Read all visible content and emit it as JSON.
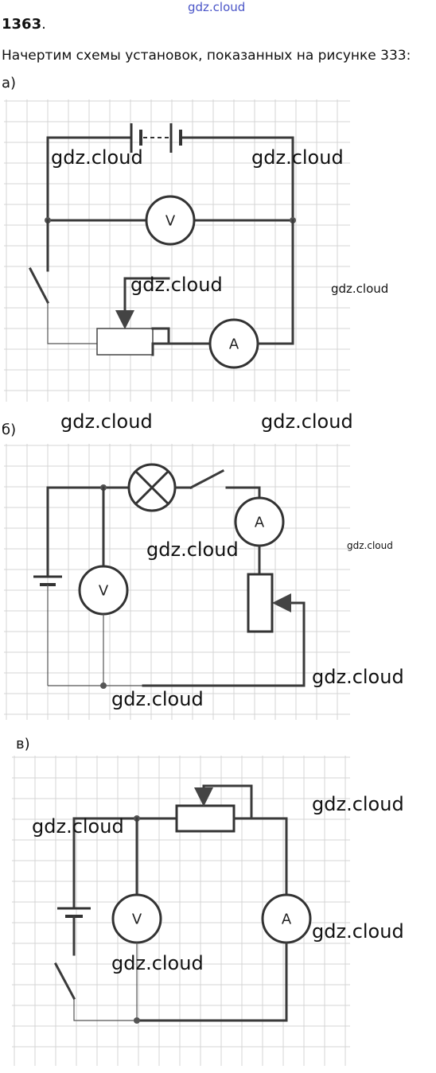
{
  "header": {
    "watermark_top": "gdz.cloud",
    "problem_number": "1363",
    "problem_suffix": ".",
    "intro": "Начертим схемы установок, показанных на рисунке 333:"
  },
  "parts": [
    {
      "label": "а)",
      "voltmeter": "V",
      "ammeter": "A"
    },
    {
      "label": "б)",
      "voltmeter": "V",
      "ammeter": "A"
    },
    {
      "label": "в)",
      "voltmeter": "V",
      "ammeter": "A"
    }
  ],
  "watermarks": {
    "a1": "gdz.cloud",
    "a2": "gdz.cloud",
    "a3": "gdz.cloud",
    "a4": "gdz.cloud",
    "b1": "gdz.cloud",
    "b2": "gdz.cloud",
    "b3": "gdz.cloud",
    "b4": "gdz.cloud",
    "b5": "gdz.cloud",
    "b6": "gdz.cloud",
    "c1": "gdz.cloud",
    "c2": "gdz.cloud",
    "c3": "gdz.cloud",
    "c4": "gdz.cloud"
  }
}
